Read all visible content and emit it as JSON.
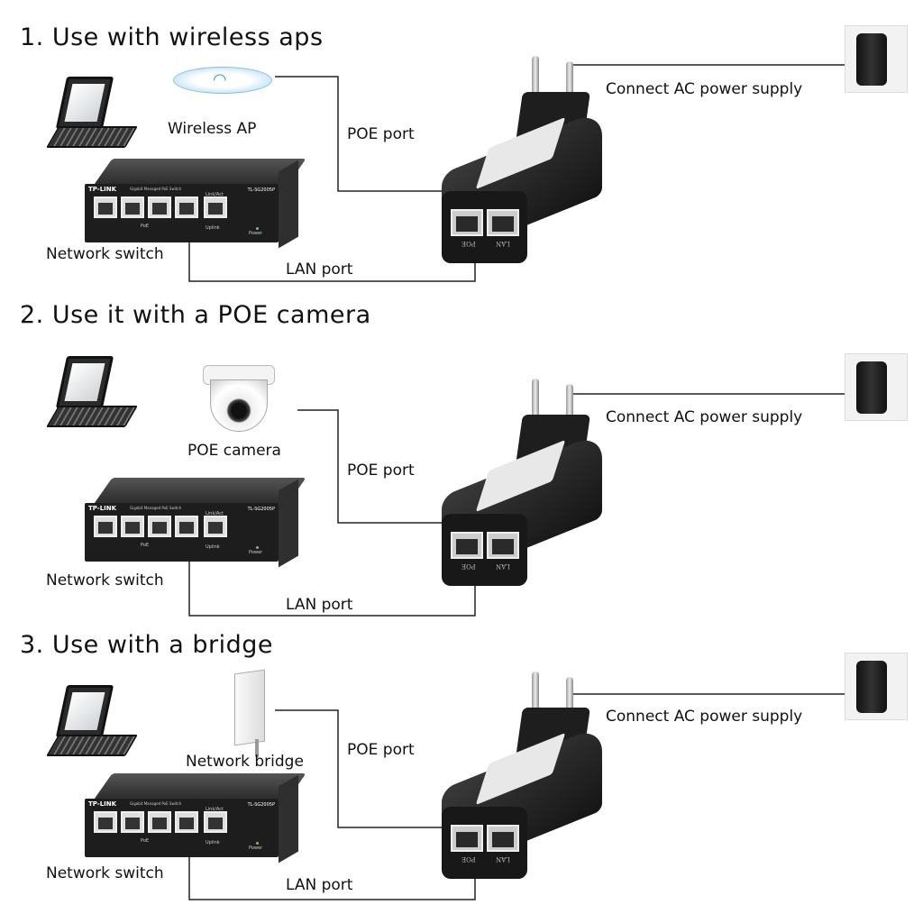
{
  "sections": [
    {
      "title": "1. Use with wireless aps",
      "device_label": "Wireless AP",
      "device_icon": "wireless-ap-icon",
      "poe_label": "POE port",
      "ac_label": "Connect AC power supply",
      "switch_label": "Network switch",
      "lan_label": "LAN port"
    },
    {
      "title": "2. Use it with a POE camera",
      "device_label": "POE camera",
      "device_icon": "poe-camera-icon",
      "poe_label": "POE port",
      "ac_label": "Connect AC power supply",
      "switch_label": "Network switch",
      "lan_label": "LAN port"
    },
    {
      "title": "3. Use with a bridge",
      "device_label": "Network bridge",
      "device_icon": "network-bridge-icon",
      "poe_label": "POE port",
      "ac_label": "Connect AC power supply",
      "switch_label": "Network switch",
      "lan_label": "LAN port"
    }
  ],
  "switch": {
    "brand": "TP-LINK",
    "model": "TL-SG2005P",
    "subtitle": "Gigabit Managed PoE Switch",
    "poe": "PoE",
    "uplink": "Uplink",
    "power": "Power",
    "link": "Link/Act"
  },
  "adapter": {
    "poe": "POE",
    "lan": "LAN"
  },
  "colors": {
    "line": "#222222",
    "wifi": "#1aa0e0"
  }
}
